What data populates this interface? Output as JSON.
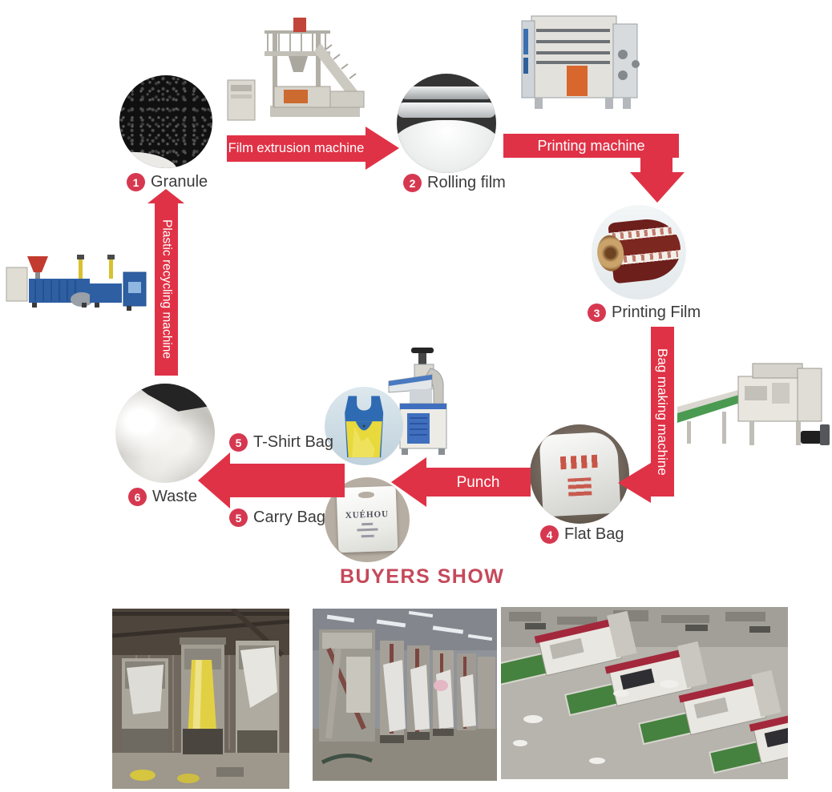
{
  "diagram": {
    "steps": [
      {
        "num": "1",
        "label": "Granule"
      },
      {
        "num": "2",
        "label": "Rolling film"
      },
      {
        "num": "3",
        "label": "Printing Film"
      },
      {
        "num": "4",
        "label": "Flat Bag"
      },
      {
        "num": "5",
        "label": "T-Shirt Bag"
      },
      {
        "num": "5",
        "label": "Carry Bag"
      },
      {
        "num": "6",
        "label": "Waste"
      }
    ],
    "arrows": {
      "film_extrusion": "Film extrusion machine",
      "printing": "Printing machine",
      "bag_making": "Bag making machine",
      "punch": "Punch",
      "recycling": "Plastic recycling machine"
    },
    "carry_bag_brand": "XUÉHOU"
  },
  "buyers_show": {
    "title": "BUYERS SHOW"
  },
  "colors": {
    "arrow_red": "#e03246",
    "badge_red": "#d63850",
    "title_red": "#c5495b",
    "label_text": "#3b3b3b"
  }
}
